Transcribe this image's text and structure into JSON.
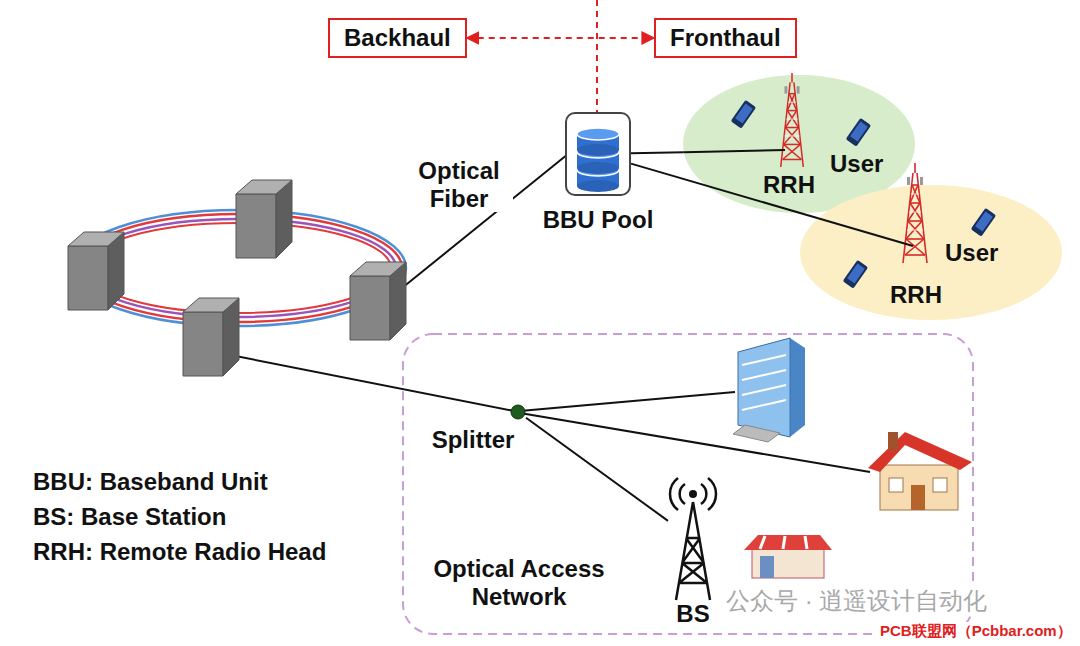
{
  "diagram": {
    "nodes": [
      {
        "text": [
          "Backhaul"
        ]
      },
      {
        "text": [
          "Fronthaul"
        ]
      },
      {
        "text": [
          "BBU Pool"
        ]
      },
      {
        "text": [
          "User",
          "RRH"
        ]
      },
      {
        "text": [
          "User",
          "RRH"
        ]
      },
      {
        "text": [
          "Optical Access Network"
        ]
      },
      {
        "text": [
          "Splitter"
        ],
        "in": 5
      },
      {
        "text": [
          "BS"
        ],
        "in": 5
      }
    ],
    "edges": [
      {
        "from": 0,
        "to": 1,
        "arrow": "both"
      },
      {
        "from": 2,
        "to": 3,
        "arrow": "none"
      },
      {
        "from": 2,
        "to": 4,
        "arrow": "none"
      },
      {
        "from": 6,
        "to": 7,
        "arrow": "none"
      }
    ],
    "labels": [
      "Optical Fiber",
      "BBU: Baseband Unit",
      "BS: Base Station",
      "RRH: Remote Radio Head",
      "公众号 · 逍遥设计自动化",
      "PCB联盟网（Pcbbar.com）"
    ]
  }
}
